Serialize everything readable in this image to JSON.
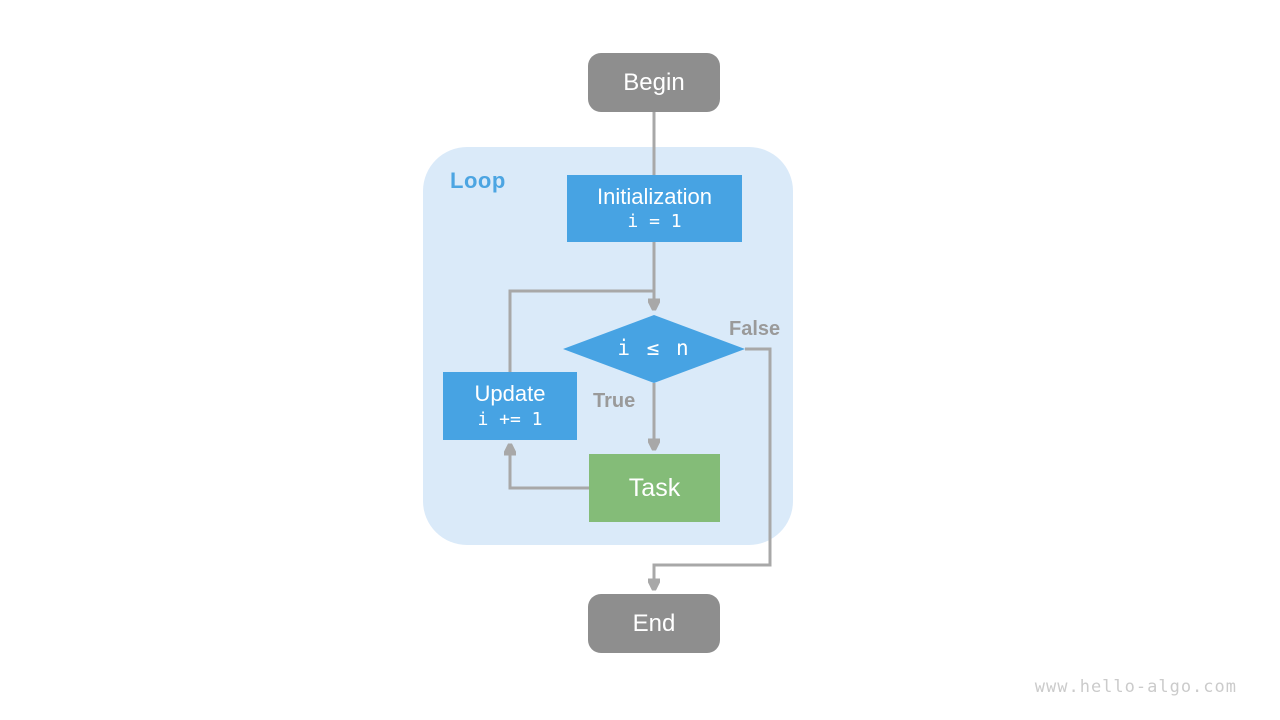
{
  "colors": {
    "canvas_bg": "#FFFFFF",
    "loop_container_bg": "#DAEAF9",
    "loop_label_blue": "#4CA5E2",
    "process_blue": "#47A3E3",
    "task_green": "#84BC78",
    "terminal_gray": "#8E8E8E",
    "arrow_gray": "#A8A8A8",
    "branch_label_gray": "#9A9A9A",
    "watermark_gray": "#CBCBCB"
  },
  "container": {
    "label": "Loop"
  },
  "nodes": {
    "begin": {
      "label": "Begin"
    },
    "initialization": {
      "label": "Initialization",
      "code": "i = 1"
    },
    "condition": {
      "label": "i ≤ n"
    },
    "update": {
      "label": "Update",
      "code": "i += 1"
    },
    "task": {
      "label": "Task"
    },
    "end": {
      "label": "End"
    }
  },
  "branch_labels": {
    "true": "True",
    "false": "False"
  },
  "edges": [
    {
      "from": "begin",
      "to": "initialization",
      "label": ""
    },
    {
      "from": "initialization",
      "to": "condition",
      "label": ""
    },
    {
      "from": "condition",
      "to": "task",
      "label": "True"
    },
    {
      "from": "task",
      "to": "update",
      "label": ""
    },
    {
      "from": "update",
      "to": "condition",
      "label": ""
    },
    {
      "from": "condition",
      "to": "end",
      "label": "False"
    }
  ],
  "watermark": "www.hello-algo.com"
}
